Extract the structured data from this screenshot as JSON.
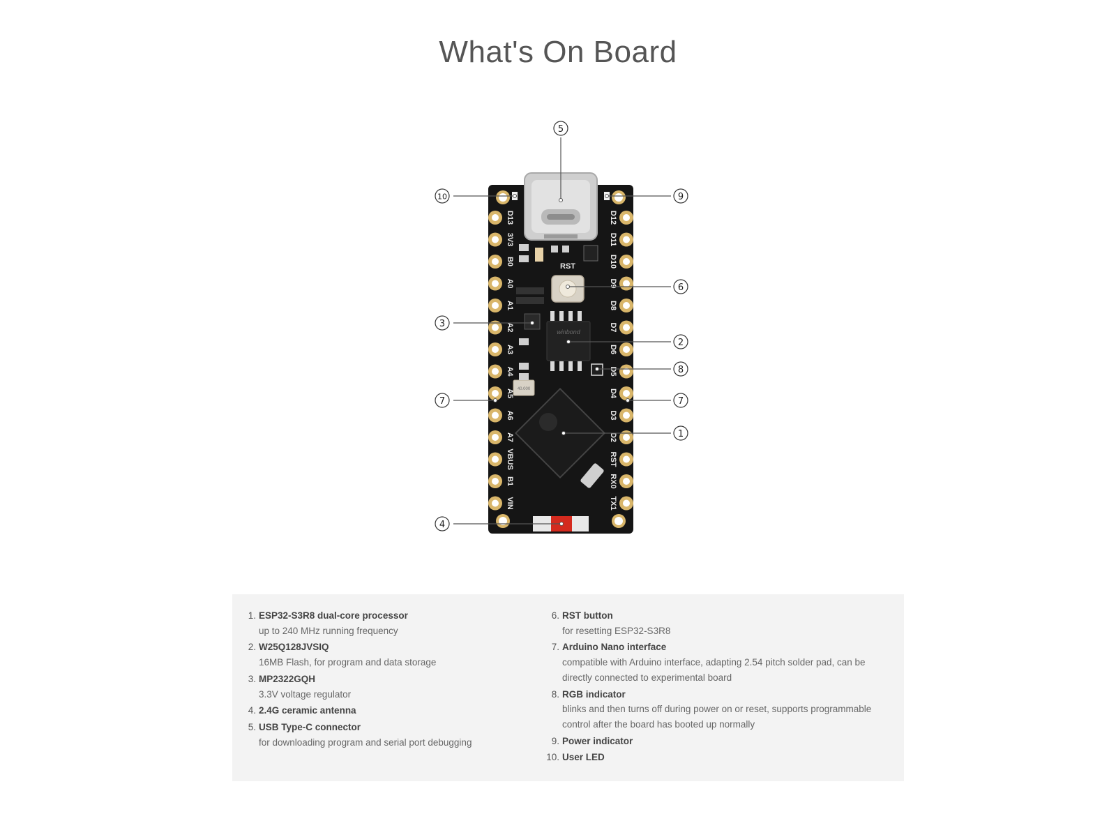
{
  "page": {
    "title": "What's On Board"
  },
  "board": {
    "left_pins": [
      "D13",
      "3V3",
      "B0",
      "A0",
      "A1",
      "A2",
      "A3",
      "A4",
      "A5",
      "A6",
      "A7",
      "VBUS",
      "B1",
      "VIN"
    ],
    "right_pins": [
      "D12",
      "D11",
      "D10",
      "D9",
      "D8",
      "D7",
      "D6",
      "D5",
      "D4",
      "D3",
      "D2",
      "RST",
      "RX0",
      "TX1"
    ],
    "rst_label": "RST",
    "flash_brand": "winbond",
    "crystal_label": "40.000",
    "colors": {
      "pcb": "#151515",
      "pad": "#d9b66a",
      "silk": "#e8e8e8",
      "usb": "#cfcfcf",
      "antenna": "#d42a1e"
    }
  },
  "callouts": [
    {
      "number": "5",
      "symbol": "⑤"
    },
    {
      "number": "10",
      "symbol": "⑩"
    },
    {
      "number": "9",
      "symbol": "⑨"
    },
    {
      "number": "6",
      "symbol": "⑥"
    },
    {
      "number": "3",
      "symbol": "③"
    },
    {
      "number": "2",
      "symbol": "②"
    },
    {
      "number": "8",
      "symbol": "⑧"
    },
    {
      "number": "7",
      "symbol": "⑦"
    },
    {
      "number": "7",
      "symbol": "⑦"
    },
    {
      "number": "1",
      "symbol": "①"
    },
    {
      "number": "4",
      "symbol": "④"
    }
  ],
  "features": {
    "left": [
      {
        "num": "1.",
        "title": "ESP32-S3R8 dual-core processor",
        "desc": "up to 240 MHz running frequency"
      },
      {
        "num": "2.",
        "title": "W25Q128JVSIQ",
        "desc": "16MB Flash, for program and data storage"
      },
      {
        "num": "3.",
        "title": "MP2322GQH",
        "desc": "3.3V voltage regulator"
      },
      {
        "num": "4.",
        "title": "2.4G ceramic antenna",
        "desc": ""
      },
      {
        "num": "5.",
        "title": "USB Type-C connector",
        "desc": "for downloading program and serial port debugging"
      }
    ],
    "right": [
      {
        "num": "6.",
        "title": "RST button",
        "desc": "for resetting ESP32-S3R8"
      },
      {
        "num": "7.",
        "title": "Arduino Nano interface",
        "desc": "compatible with Arduino interface, adapting 2.54 pitch solder pad, can be directly connected to experimental board"
      },
      {
        "num": "8.",
        "title": "RGB indicator",
        "desc": "blinks and then turns off during power on or reset, supports programmable control after the board has booted up normally"
      },
      {
        "num": "9.",
        "title": "Power indicator",
        "desc": ""
      },
      {
        "num": "10.",
        "title": "User LED",
        "desc": ""
      }
    ]
  }
}
